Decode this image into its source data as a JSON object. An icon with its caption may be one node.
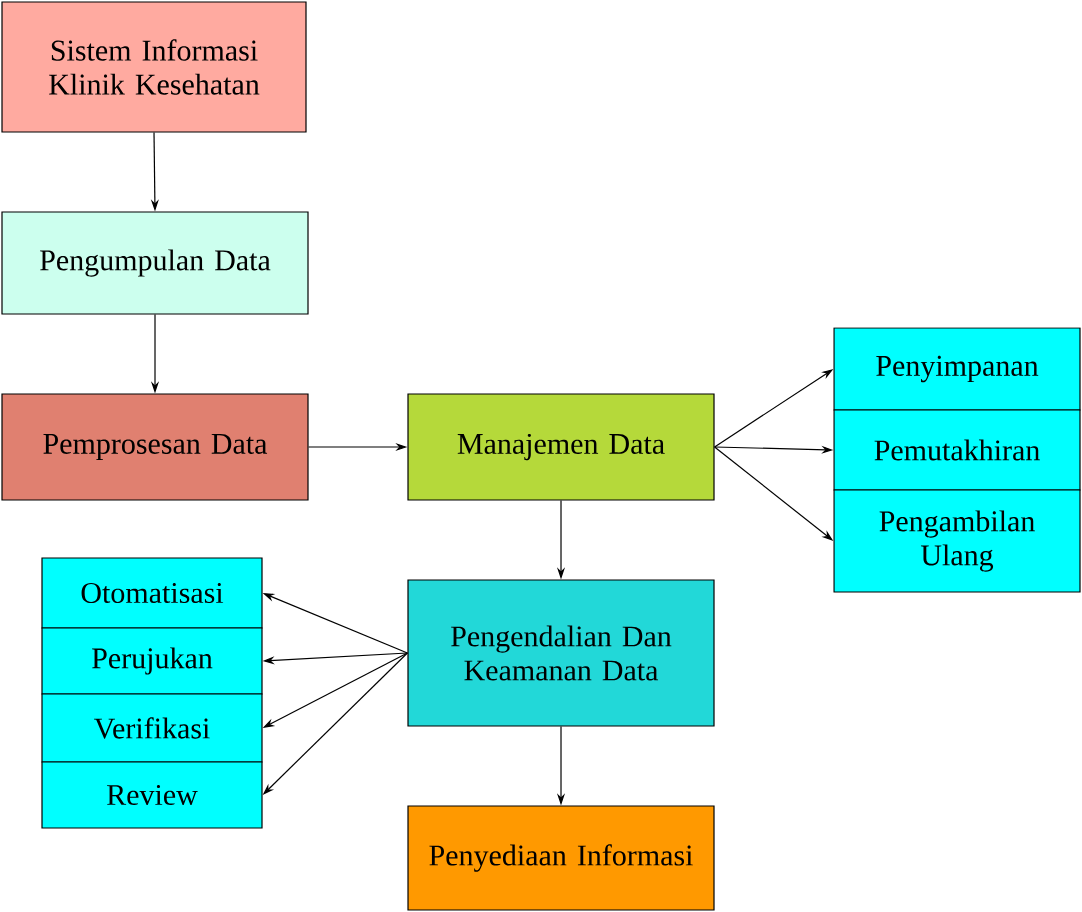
{
  "diagram": {
    "nodes": [
      {
        "text": [
          "Sistem Informasi Klinik Kesehatan"
        ]
      },
      {
        "text": [
          "Pengumpulan Data"
        ]
      },
      {
        "text": [
          "Pemprosesan Data"
        ]
      },
      {
        "text": [
          "Manajemen Data"
        ]
      },
      {
        "text": [
          "Penyimpanan"
        ]
      },
      {
        "text": [
          "Pemutakhiran"
        ]
      },
      {
        "text": [
          "Pengambilan Ulang"
        ]
      },
      {
        "text": [
          "Pengendalian Dan Keamanan Data"
        ]
      },
      {
        "text": [
          "Otomatisasi"
        ]
      },
      {
        "text": [
          "Perujukan"
        ]
      },
      {
        "text": [
          "Verifikasi"
        ]
      },
      {
        "text": [
          "Review"
        ]
      },
      {
        "text": [
          "Penyediaan Informasi"
        ]
      }
    ],
    "edges": [
      {
        "from": 0,
        "to": 1,
        "arrow": "to"
      },
      {
        "from": 1,
        "to": 2,
        "arrow": "to"
      },
      {
        "from": 2,
        "to": 3,
        "arrow": "to"
      },
      {
        "from": 3,
        "to": 4,
        "arrow": "to"
      },
      {
        "from": 3,
        "to": 5,
        "arrow": "to"
      },
      {
        "from": 3,
        "to": 6,
        "arrow": "to"
      },
      {
        "from": 3,
        "to": 7,
        "arrow": "to"
      },
      {
        "from": 7,
        "to": 8,
        "arrow": "to"
      },
      {
        "from": 7,
        "to": 9,
        "arrow": "to"
      },
      {
        "from": 7,
        "to": 10,
        "arrow": "to"
      },
      {
        "from": 7,
        "to": 11,
        "arrow": "to"
      },
      {
        "from": 7,
        "to": 12,
        "arrow": "to"
      }
    ]
  }
}
